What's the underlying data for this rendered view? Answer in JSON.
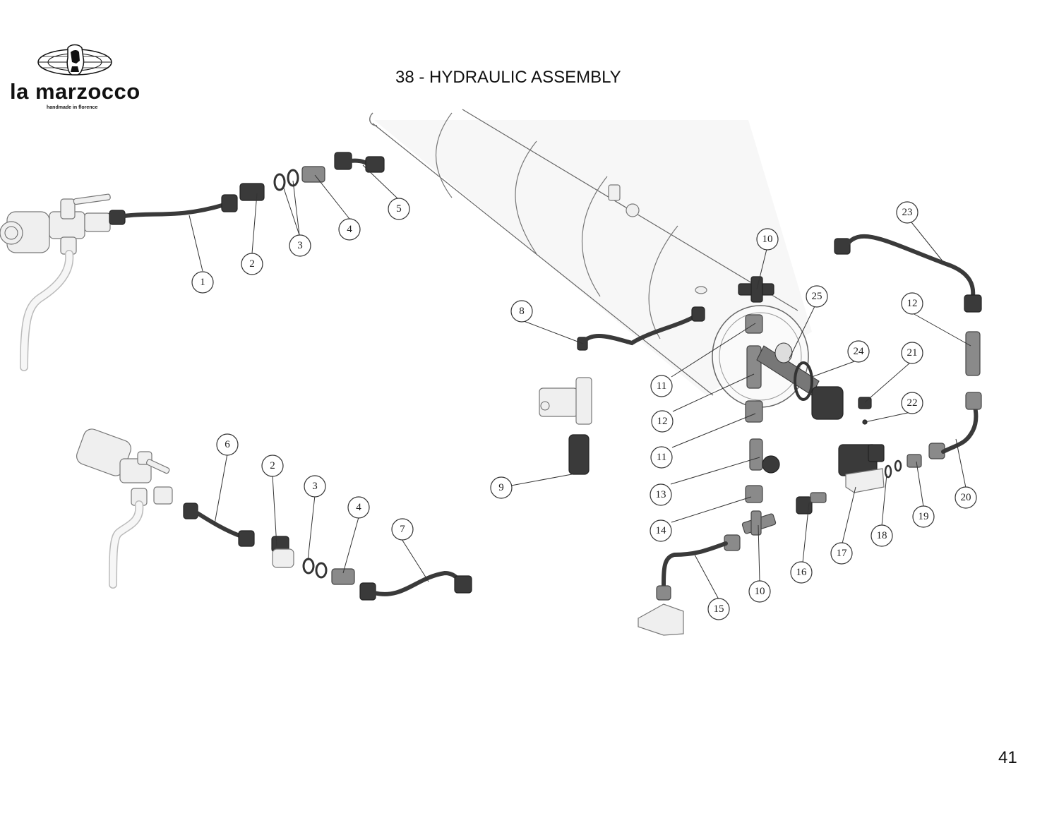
{
  "brand": {
    "name": "la marzocco",
    "tagline": "handmade in florence"
  },
  "page": {
    "title": "38 - HYDRAULIC ASSEMBLY",
    "number": "41"
  },
  "callouts": [
    "1",
    "2",
    "3",
    "4",
    "5",
    "6",
    "2",
    "3",
    "4",
    "7",
    "8",
    "9",
    "10",
    "11",
    "12",
    "11",
    "13",
    "14",
    "10",
    "15",
    "16",
    "17",
    "18",
    "19",
    "20",
    "12",
    "21",
    "22",
    "23",
    "24",
    "25"
  ]
}
